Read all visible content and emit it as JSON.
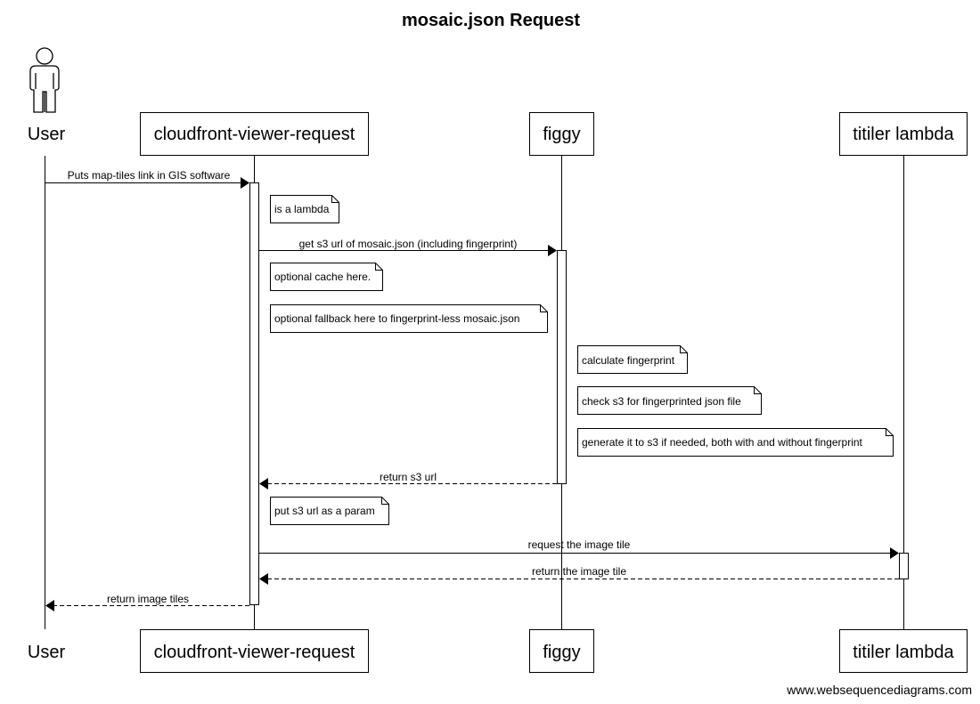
{
  "title": "mosaic.json  Request",
  "participants": [
    {
      "id": "user",
      "label": "User",
      "kind": "actor"
    },
    {
      "id": "cvr",
      "label": "cloudfront-viewer-request",
      "kind": "box"
    },
    {
      "id": "figgy",
      "label": "figgy",
      "kind": "box"
    },
    {
      "id": "titiler",
      "label": "titiler lambda",
      "kind": "box"
    }
  ],
  "messages": [
    {
      "label": "Puts map-tiles link in GIS software",
      "style": "solid"
    },
    {
      "label": "get s3 url of mosaic.json (including fingerprint)",
      "style": "solid"
    },
    {
      "label": "return s3 url",
      "style": "dashed"
    },
    {
      "label": "request the image tile",
      "style": "solid"
    },
    {
      "label": "return the image tile",
      "style": "dashed"
    },
    {
      "label": "return image tiles",
      "style": "dashed"
    }
  ],
  "notes": [
    {
      "text": "is a lambda"
    },
    {
      "text": "optional cache here."
    },
    {
      "text": "optional fallback here to fingerprint-less mosaic.json"
    },
    {
      "text": "calculate fingerprint"
    },
    {
      "text": "check s3 for fingerprinted json file"
    },
    {
      "text": "generate it to s3 if needed, both with and without fingerprint"
    },
    {
      "text": "put s3 url as a param"
    }
  ],
  "footer": "www.websequencediagrams.com"
}
